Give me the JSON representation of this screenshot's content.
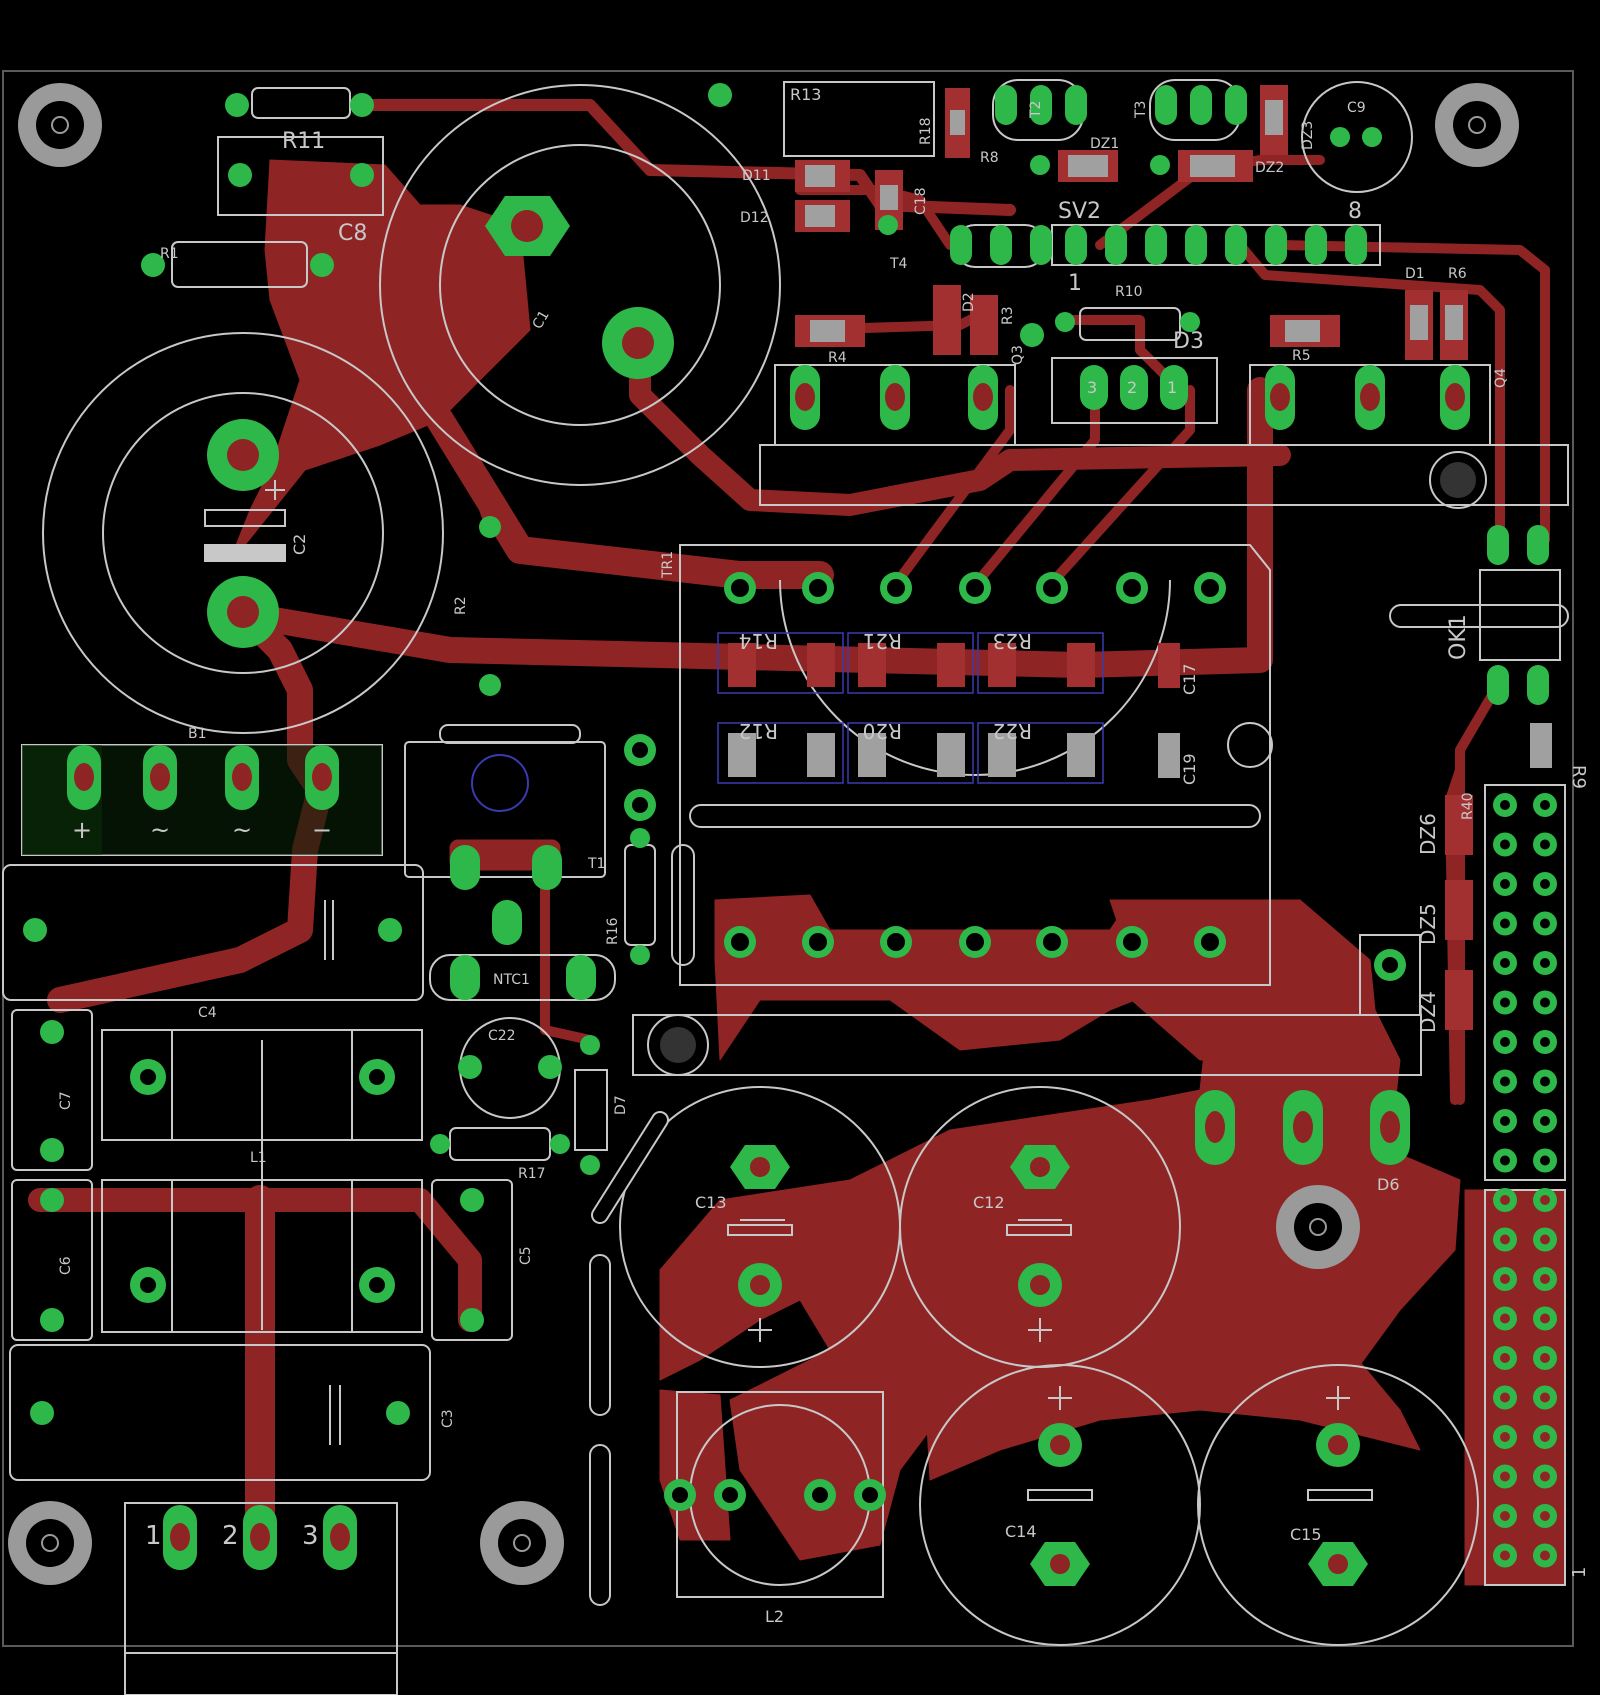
{
  "colors": {
    "background": "#000000",
    "copper": "#8f2424",
    "copper_light": "#a33030",
    "pad": "#2fb84a",
    "pad_hole": "#8f2424",
    "silk": "#c8c8c8",
    "hole_ring": "#9a9a9a",
    "outline": "#5a5a5a",
    "smd_pad": "#a0a0a0",
    "blue_box": "#3a3ab0"
  },
  "components": {
    "R11": "R11",
    "C8": "C8",
    "R1": "R1",
    "C1": "C1",
    "C2": "C2",
    "R13": "R13",
    "R18": "R18",
    "R8": "R8",
    "T2": "T2",
    "T3": "T3",
    "DZ1": "DZ1",
    "DZ2": "DZ2",
    "DZ3": "DZ3",
    "C9": "C9",
    "D11": "D11",
    "D12": "D12",
    "C18": "C18",
    "T4": "T4",
    "SV2": "SV2",
    "SV2_pin1": "1",
    "SV2_pin8": "8",
    "R10": "R10",
    "D1": "D1",
    "R6": "R6",
    "D2": "D2",
    "R3": "R3",
    "R4": "R4",
    "Q3": "Q3",
    "D3": "D3",
    "R5": "R5",
    "Q4": "Q4",
    "D3_pin3": "3",
    "D3_pin2": "2",
    "D3_pin1": "1",
    "TR1": "TR1",
    "R14": "R14",
    "R21": "R21",
    "R23": "R23",
    "C17": "C17",
    "R12": "R12",
    "R20": "R20",
    "R22": "R22",
    "C19": "C19",
    "OK1": "OK1",
    "R9": "R9",
    "R2": "R2",
    "B1": "B1",
    "B1_plus": "+",
    "B1_ac1": "~",
    "B1_ac2": "~",
    "B1_minus": "−",
    "T1": "T1",
    "R16": "R16",
    "NTC1": "NTC1",
    "C4": "C4",
    "C7": "C7",
    "C22": "C22",
    "D7": "D7",
    "R17": "R17",
    "L1": "L1",
    "C6": "C6",
    "C5": "C5",
    "C3": "C3",
    "C13": "C13",
    "C12": "C12",
    "D6": "D6",
    "DZ6": "DZ6",
    "DZ5": "DZ5",
    "DZ4": "DZ4",
    "R40": "R40",
    "L2": "L2",
    "C14": "C14",
    "C15": "C15",
    "X1_pin1": "1",
    "X1_pin2": "2",
    "X1_pin3": "3",
    "header_pin1": "1"
  }
}
